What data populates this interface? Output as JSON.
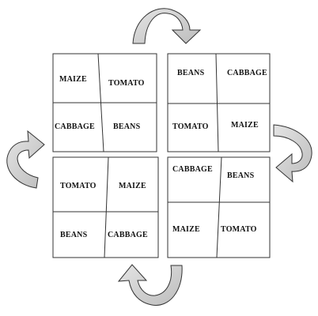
{
  "rotation_diagram": {
    "plots": [
      {
        "crops": [
          "MAIZE",
          "TOMATO",
          "CABBAGE",
          "BEANS"
        ]
      },
      {
        "crops": [
          "BEANS",
          "CABBAGE",
          "TOMATO",
          "MAIZE"
        ]
      },
      {
        "crops": [
          "TOMATO",
          "MAIZE",
          "BEANS",
          "CABBAGE"
        ]
      },
      {
        "crops": [
          "CABBAGE",
          "BEANS",
          "MAIZE",
          "TOMATO"
        ]
      }
    ],
    "arrows": [
      {
        "position": "top",
        "direction": "clockwise",
        "fill": "#cfcfcf"
      },
      {
        "position": "right",
        "direction": "clockwise",
        "fill": "#cfcfcf"
      },
      {
        "position": "bottom",
        "direction": "clockwise",
        "fill": "#cfcfcf"
      },
      {
        "position": "left",
        "direction": "clockwise",
        "fill": "#cfcfcf"
      }
    ],
    "colors": {
      "line": "#333333",
      "arrow_fill": "#cfcfcf",
      "text": "#111111"
    }
  }
}
